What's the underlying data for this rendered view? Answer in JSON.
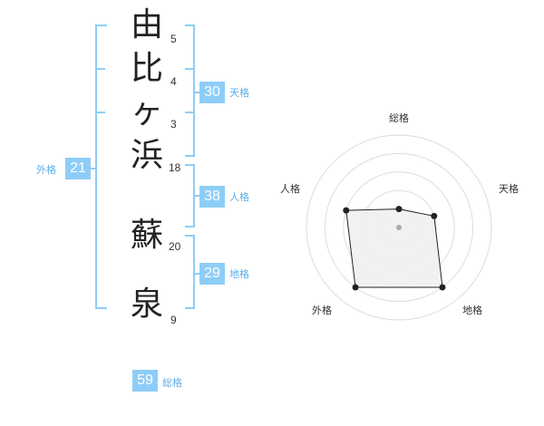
{
  "name": {
    "characters": [
      {
        "char": "由",
        "strokes": "5"
      },
      {
        "char": "比",
        "strokes": "4"
      },
      {
        "char": "ヶ",
        "strokes": "3"
      },
      {
        "char": "浜",
        "strokes": "18"
      },
      {
        "char": "蘇",
        "strokes": "20"
      },
      {
        "char": "泉",
        "strokes": "9"
      }
    ]
  },
  "scores": {
    "tenkaku": {
      "value": "30",
      "label": "天格"
    },
    "jinkaku": {
      "value": "38",
      "label": "人格"
    },
    "chikaku": {
      "value": "29",
      "label": "地格"
    },
    "gaikaku": {
      "value": "21",
      "label": "外格"
    },
    "soukaku": {
      "value": "59",
      "label": "総格"
    }
  },
  "radar": {
    "axes": [
      "総格",
      "天格",
      "地格",
      "外格",
      "人格"
    ],
    "levels": 5,
    "values": [
      0.2,
      0.4,
      0.8,
      0.8,
      0.6
    ],
    "colors": {
      "grid": "#dddddd",
      "fill": "#f0f0f0",
      "line": "#222222",
      "point": "#222222",
      "center": "#aaaaaa"
    }
  },
  "colors": {
    "bracket": "#8ecdf7",
    "badge": "#8ecdf7"
  }
}
